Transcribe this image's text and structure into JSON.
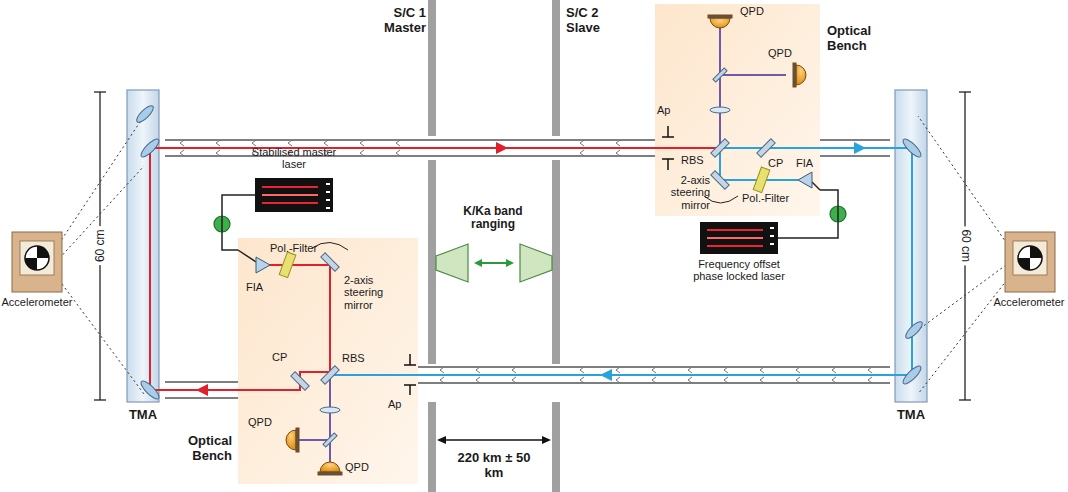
{
  "diagram": {
    "nodes": [
      {
        "text": [
          "Accelerometer"
        ]
      },
      {
        "text": [
          "TMA"
        ]
      },
      {
        "text": [
          "Stabilised master laser"
        ]
      },
      {
        "text": [
          "Optical Bench"
        ]
      },
      {
        "text": [
          "Optical Bench"
        ]
      },
      {
        "text": [
          "Frequency offset phase locked laser"
        ]
      },
      {
        "text": [
          "TMA"
        ]
      },
      {
        "text": [
          "Accelerometer"
        ]
      }
    ],
    "edges": [
      {
        "from": 2,
        "to": 3,
        "arrow": "none"
      },
      {
        "from": 5,
        "to": 4,
        "arrow": "none"
      }
    ],
    "labels": [
      "S/C 1 Master",
      "S/C 2 Slave",
      "QPD",
      "QPD",
      "Ap",
      "RBS",
      "CP",
      "2-axis steering mirror",
      "Pol.-Filter",
      "FIA",
      "K/Ka band ranging",
      "60 cm",
      "60 cm",
      "Pol.-Filter",
      "2-axis steering mirror",
      "FIA",
      "CP",
      "RBS",
      "Ap",
      "QPD",
      "QPD",
      "220 km ± 50 km"
    ]
  }
}
